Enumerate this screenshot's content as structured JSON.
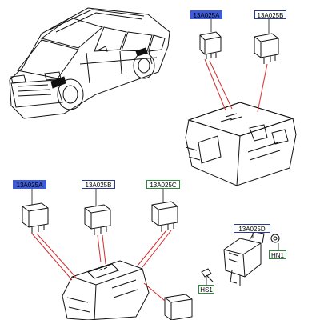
{
  "callouts": {
    "top_a": "13A025A",
    "top_b": "13A025B",
    "mid_a": "13A025A",
    "mid_b": "13A025B",
    "mid_c": "13A025C",
    "right_d": "13A025D",
    "hn1": "HN1",
    "hs1": "HS1"
  },
  "colors": {
    "highlight": "#3f5bd6",
    "leader": "#d42a2a",
    "outline": "#2a3a8f",
    "green_border": "#2d8a3a"
  }
}
